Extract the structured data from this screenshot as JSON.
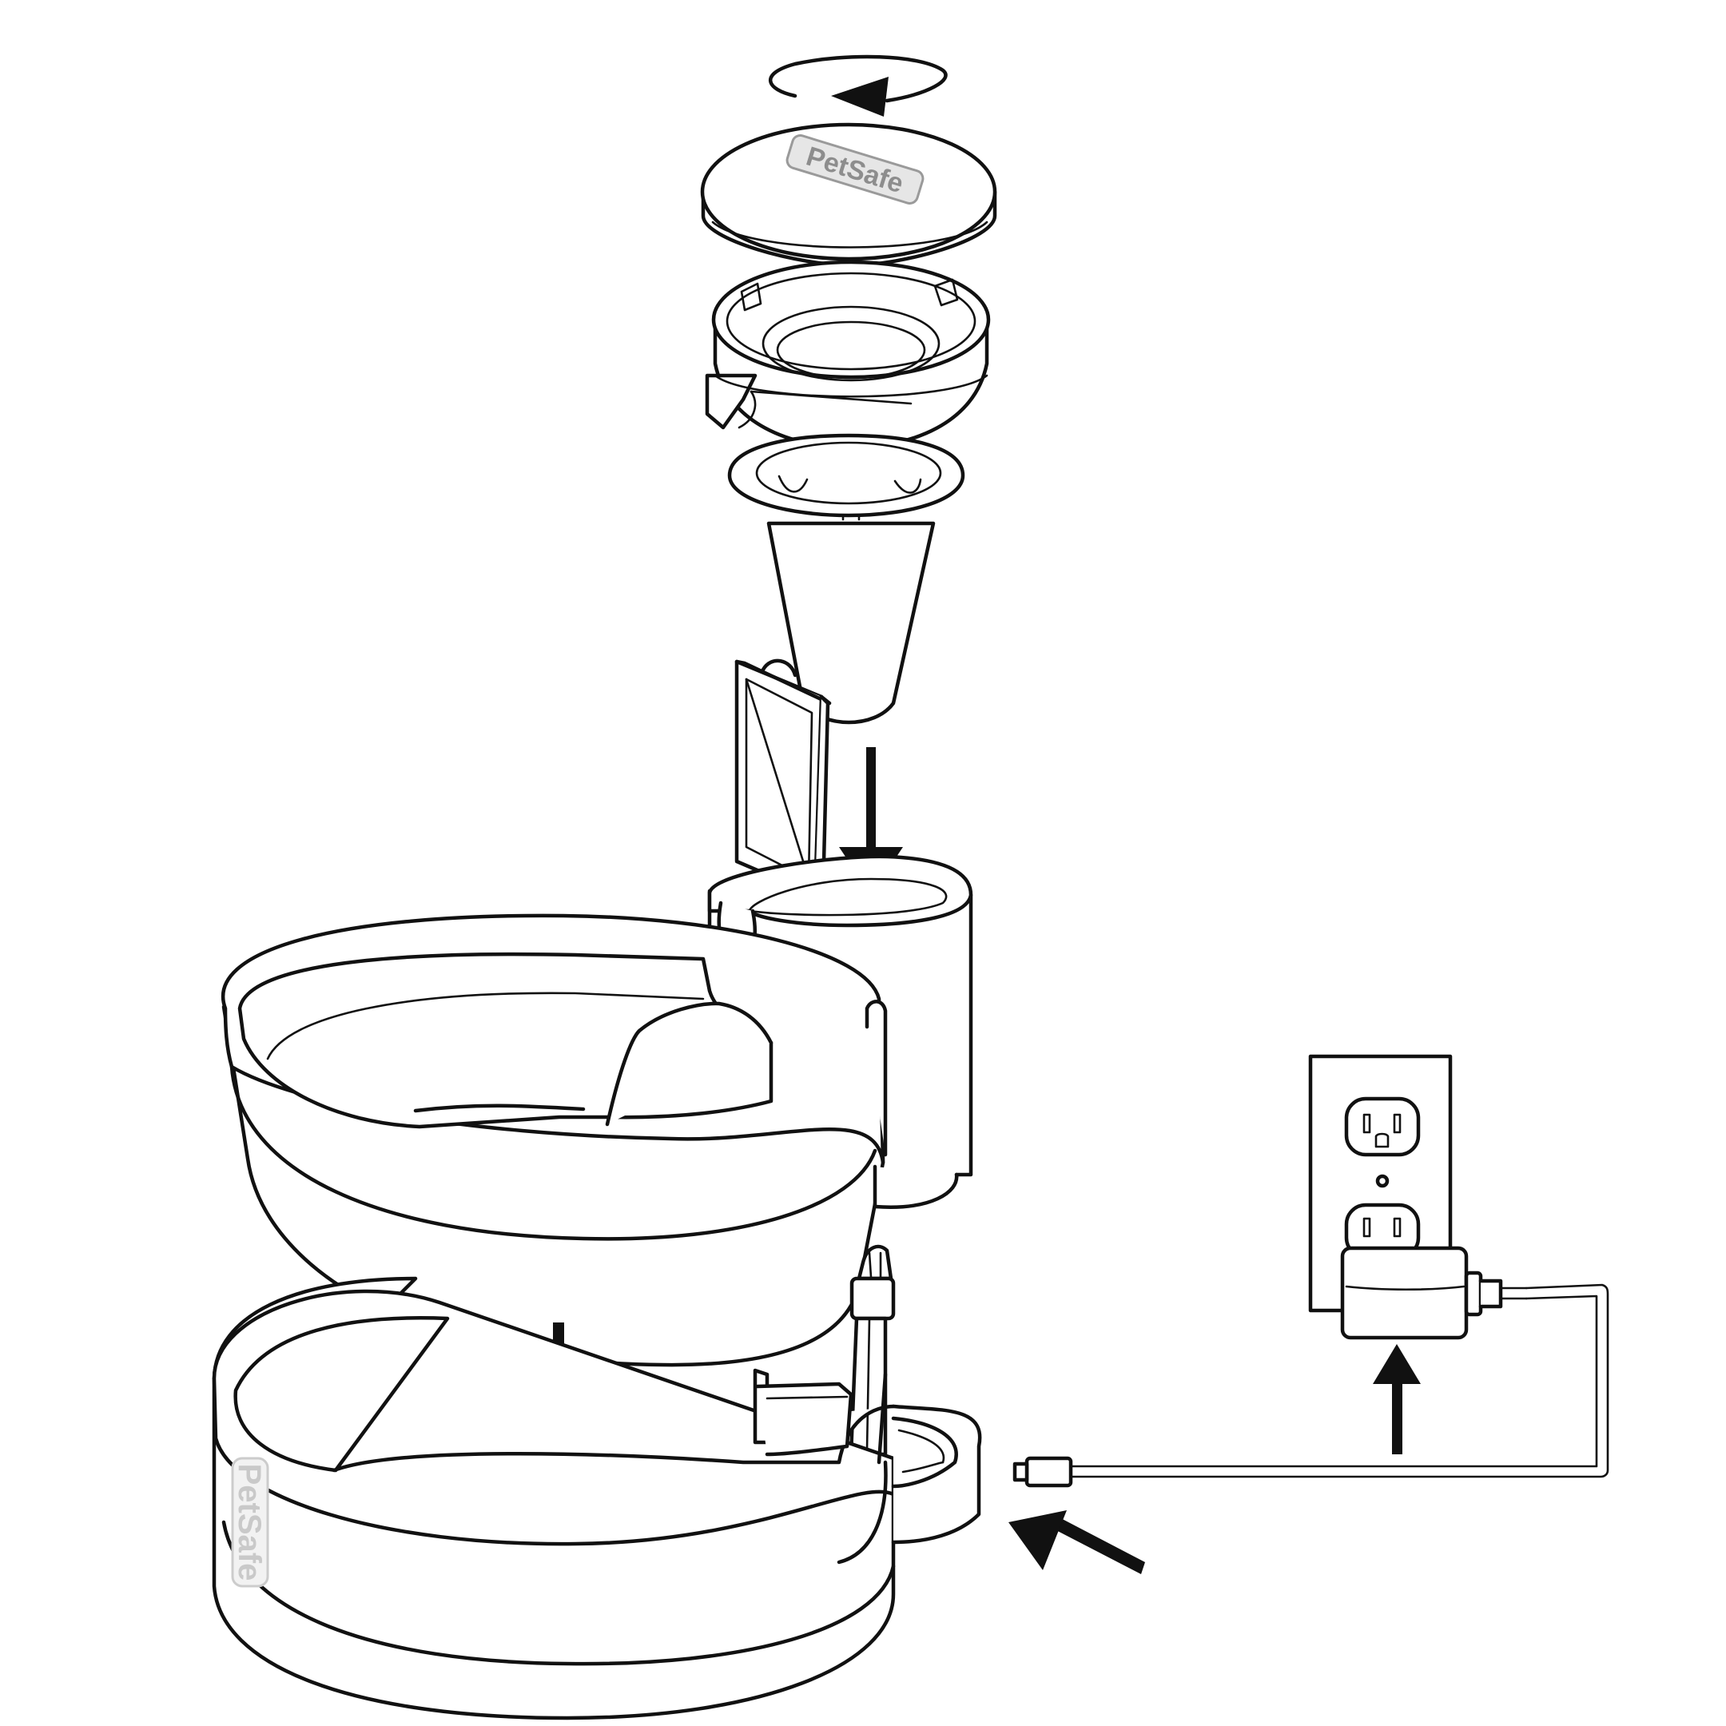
{
  "diagram": {
    "brand_logo_lid": "PetSafe",
    "brand_logo_base": "PetSafe",
    "components": [
      "lid",
      "reservoir-cup",
      "pump-cone",
      "filter-cartridge",
      "tower-housing",
      "upper-bowl",
      "base-bowl",
      "pump-tube",
      "power-adapter",
      "power-cord",
      "wall-outlet"
    ],
    "icons": {
      "rotate": "rotate-arrow-icon",
      "down": "arrow-down-icon",
      "up": "arrow-up-icon",
      "diagonal": "arrow-diagonal-icon"
    },
    "colors": {
      "line": "#111111",
      "background": "#ffffff",
      "logo_fill": "#e6e6e6",
      "logo_text": "#8d8d8d"
    }
  }
}
